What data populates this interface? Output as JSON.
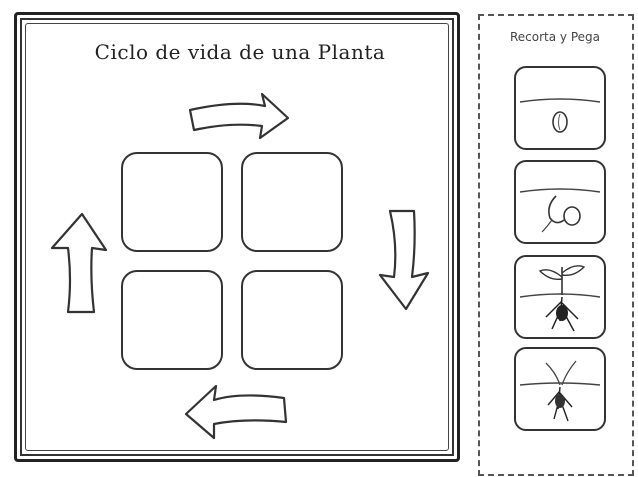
{
  "worksheet": {
    "title": "Ciclo de vida de una Planta",
    "cycle_box_count": 4,
    "arrow_directions": [
      "right",
      "down",
      "left",
      "up"
    ]
  },
  "cutout": {
    "title": "Recorta y Pega",
    "cards": [
      {
        "icon": "seed-in-soil-icon"
      },
      {
        "icon": "sprouting-seed-icon"
      },
      {
        "icon": "young-plant-roots-icon"
      },
      {
        "icon": "seedling-roots-icon"
      }
    ]
  }
}
